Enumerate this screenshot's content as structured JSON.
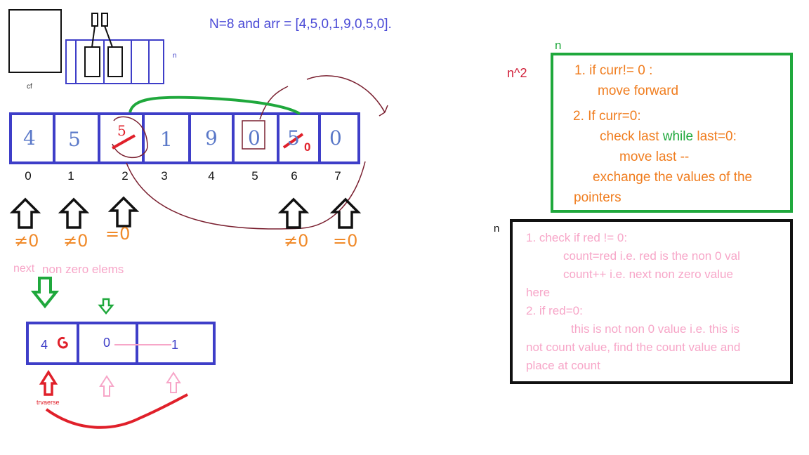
{
  "title": "N=8 and arr = [4,5,0,1,9,0,5,0].",
  "array": {
    "handwritten": [
      "4",
      "5",
      "5",
      "1",
      "9",
      "0",
      "5",
      "0"
    ],
    "indices": [
      "0",
      "1",
      "2",
      "3",
      "4",
      "5",
      "6",
      "7"
    ],
    "overwrite_subscript": "0"
  },
  "conditions": [
    "≠0",
    "≠0",
    "=0",
    "≠0",
    "=0"
  ],
  "labels": {
    "cf": "cf",
    "small_n": "n",
    "next": "next",
    "non_zero_elems": "non zero elems",
    "traverse": "trvaerse",
    "n_green": "n",
    "n_squared": "n^2",
    "n_black": "n"
  },
  "sub_array": {
    "values": [
      "4",
      "0",
      "1"
    ]
  },
  "green_box": {
    "line1": "1. if curr!= 0 :",
    "line2": "move forward",
    "line3": "2. If curr=0:",
    "line4_a": "check last ",
    "line4_b": "while",
    "line4_c": " last=0:",
    "line5": "move last --",
    "line6": "exchange the values of the",
    "line7": "pointers"
  },
  "black_box": {
    "line1": "1. check if red != 0:",
    "line2": "count=red i.e. red is the non 0 val",
    "line3": "count++ i.e. next non zero value",
    "line4": "here",
    "line5": "2. if red=0:",
    "line6": "this is not non 0 value i.e. this is",
    "line7": "not count value, find the count value and",
    "line8": "place at count"
  },
  "colors": {
    "array_border": "#3e3ec8",
    "handwriting": "#5a78c8",
    "green": "#1fa83c",
    "red": "#e0202a",
    "orange": "#f07d1f",
    "pink": "#f7a6c8",
    "dark_red_arc": "#7a2030"
  }
}
